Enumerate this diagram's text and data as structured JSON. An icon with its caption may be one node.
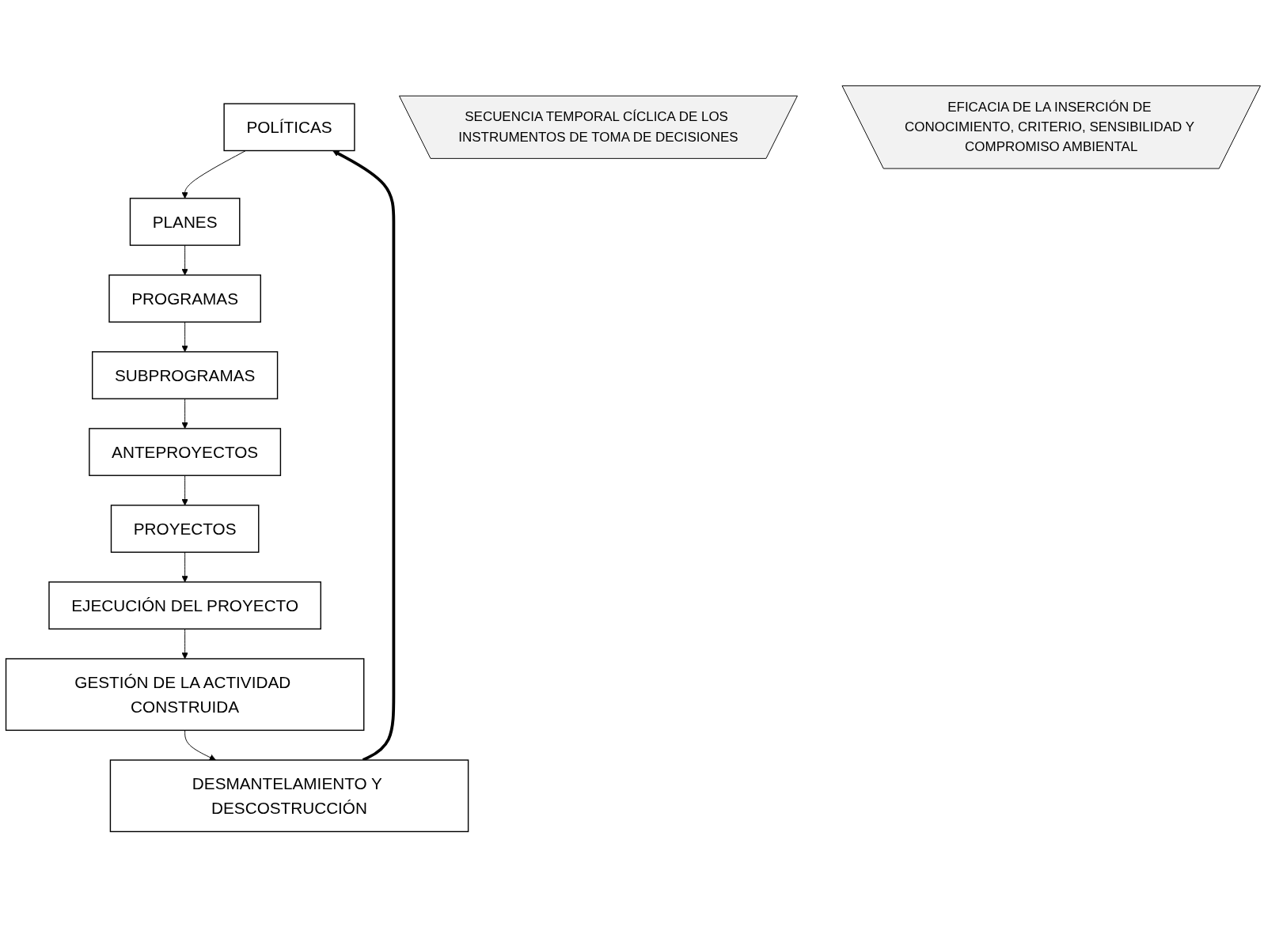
{
  "diagram": {
    "nodes": [
      {
        "text": [
          "POLÍTICAS"
        ]
      },
      {
        "text": [
          "PLANES"
        ]
      },
      {
        "text": [
          "PROGRAMAS"
        ]
      },
      {
        "text": [
          "SUBPROGRAMAS"
        ]
      },
      {
        "text": [
          "ANTEPROYECTOS"
        ]
      },
      {
        "text": [
          "PROYECTOS"
        ]
      },
      {
        "text": [
          "EJECUCIÓN DEL PROYECTO"
        ]
      },
      {
        "text": [
          "GESTIÓN DE LA ACTIVIDAD CONSTRUIDA"
        ]
      },
      {
        "text": [
          "DESMANTELAMIENTO Y DESCOSTRUCCIÓN"
        ]
      },
      {
        "text": [
          "SECUENCIA TEMPORAL CÍCLICA DE LOS INSTRUMENTOS DE TOMA DE DECISIONES"
        ]
      },
      {
        "text": [
          "EFICACIA DE LA INSERCIÓN DE CONOCIMIENTO, CRITERIO, SENSIBILIDAD Y COMPROMISO AMBIENTAL"
        ]
      }
    ],
    "edges": [
      {
        "from": 0,
        "to": 1,
        "arrow": "to"
      },
      {
        "from": 1,
        "to": 2,
        "arrow": "to"
      },
      {
        "from": 2,
        "to": 3,
        "arrow": "to"
      },
      {
        "from": 3,
        "to": 4,
        "arrow": "to"
      },
      {
        "from": 4,
        "to": 5,
        "arrow": "to"
      },
      {
        "from": 5,
        "to": 6,
        "arrow": "to"
      },
      {
        "from": 6,
        "to": 7,
        "arrow": "to"
      },
      {
        "from": 7,
        "to": 8,
        "arrow": "to"
      },
      {
        "from": 8,
        "to": 0,
        "arrow": "to",
        "style": "thick"
      }
    ]
  }
}
